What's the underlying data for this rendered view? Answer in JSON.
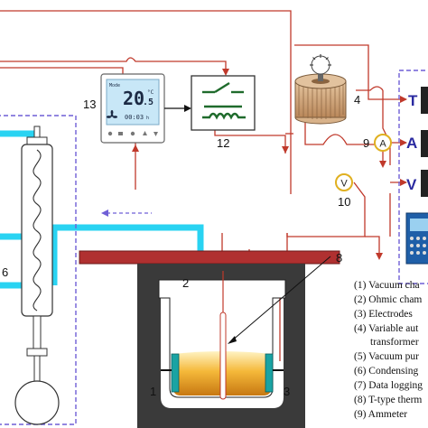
{
  "labels": {
    "n1": "1",
    "n2": "2",
    "n3": "3",
    "n4": "4",
    "n6": "6",
    "n8": "8",
    "n9": "9",
    "n10": "10",
    "n12": "12",
    "n13": "13"
  },
  "meters": {
    "temperature": "T",
    "ammeter": "A",
    "voltmeter": "V"
  },
  "controller": {
    "temperature": "20",
    "decimal": ".5",
    "unit": "°C",
    "readout": "00:03",
    "readout_suffix": "h",
    "mode_tag": "Mode"
  },
  "legend": [
    "(1) Vacuum cha",
    "(2) Ohmic cham",
    "(3) Electrodes",
    "(4) Variable aut",
    "transformer",
    "(5) Vacuum pur",
    "(6) Condensing",
    "(7) Data logging",
    "(8) T-type therm",
    "(9) Ammeter"
  ],
  "colors": {
    "wire": "#c0392b",
    "pipe": "#29d3f2",
    "dashed_frame": "#6f5fd6",
    "lid": "#b03030",
    "chamber": "#3a3a3a",
    "liquid": "#f2b233",
    "electrode": "#1aa3a3",
    "meter_ring": "#e0b020",
    "meter_letter": "#2a2aa0",
    "lcd": "#c8e7f7"
  }
}
